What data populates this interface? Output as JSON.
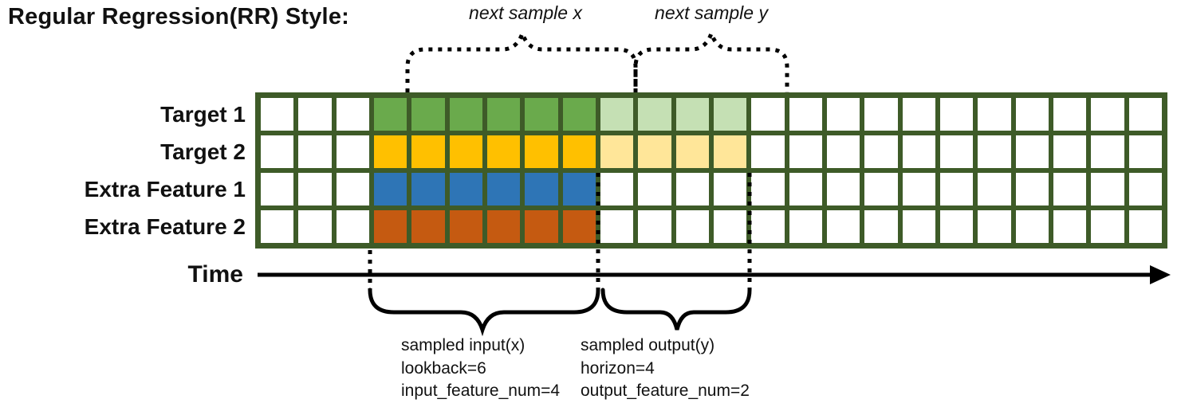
{
  "title": "Regular Regression(RR) Style:",
  "annotations": {
    "next_sample_x": "next sample x",
    "next_sample_y": "next sample y"
  },
  "rows": [
    {
      "id": "target-1",
      "label": "Target 1",
      "input_color": "#6AAA4C",
      "output_color": "#C5E0B4"
    },
    {
      "id": "target-2",
      "label": "Target 2",
      "input_color": "#FFC000",
      "output_color": "#FFE699"
    },
    {
      "id": "extra-feature-1",
      "label": "Extra Feature 1",
      "input_color": "#2E75B6",
      "output_color": "#FFFFFF"
    },
    {
      "id": "extra-feature-2",
      "label": "Extra Feature 2",
      "input_color": "#C55A11",
      "output_color": "#FFFFFF"
    }
  ],
  "grid": {
    "columns_total": 24,
    "empty_left_cols": 3,
    "lookback": 6,
    "horizon": 4,
    "border_color": "#3E5B28",
    "empty_cell_color": "#FFFFFF"
  },
  "time_axis": {
    "label": "Time"
  },
  "sample_info": {
    "input": {
      "line1": "sampled input(x)",
      "line2": "lookback=6",
      "line3": "input_feature_num=4"
    },
    "output": {
      "line1": "sampled output(y)",
      "line2": "horizon=4",
      "line3": "output_feature_num=2"
    }
  },
  "colors": {
    "annotation": "#000000"
  }
}
